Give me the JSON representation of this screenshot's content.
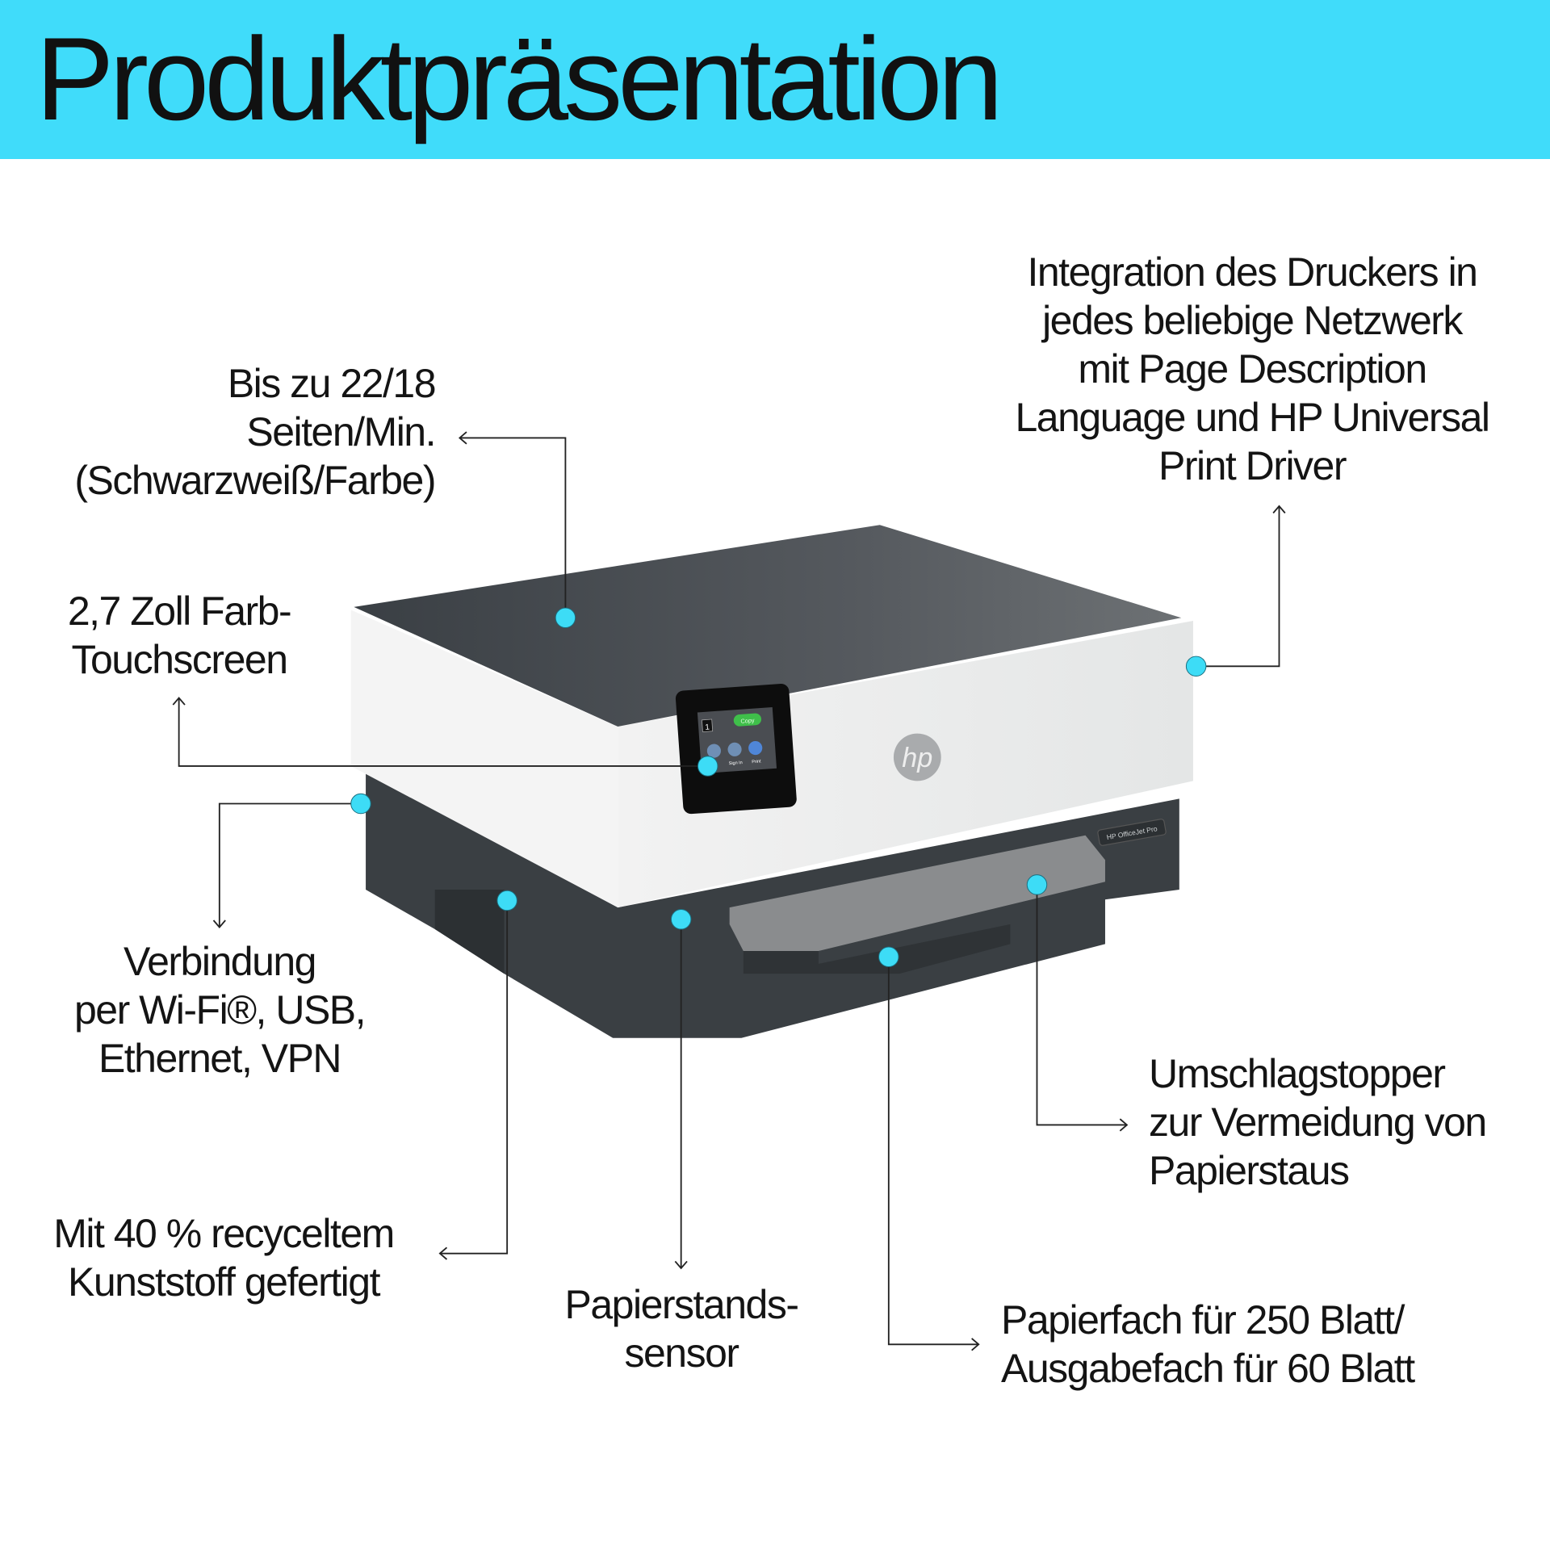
{
  "header": {
    "title": "Produktpräsentation",
    "background": "#40dcfa"
  },
  "accent_dot_color": "#3ddcf6",
  "callouts": {
    "speed": [
      "Bis zu 22/18",
      "Seiten/Min.",
      "(Schwarzweiß/Farbe)"
    ],
    "network": [
      "Integration des Druckers in",
      "jedes beliebige Netzwerk",
      "mit Page Description",
      "Language und HP Universal",
      "Print Driver"
    ],
    "touchscreen": [
      "2,7 Zoll Farb-",
      "Touchscreen"
    ],
    "connectivity": [
      "Verbindung",
      "per Wi-Fi®, USB,",
      "Ethernet, VPN"
    ],
    "envelope": [
      "Umschlagstopper",
      "zur Vermeidung von",
      "Papierstaus"
    ],
    "recycled": [
      "Mit 40 % recyceltem",
      "Kunststoff gefertigt"
    ],
    "sensor": [
      "Papierstands-",
      "sensor"
    ],
    "tray": [
      "Papierfach für 250 Blatt/",
      "Ausgabefach für 60 Blatt"
    ]
  },
  "printer": {
    "brand_logo": "hp",
    "model_badge": "HP OfficeJet Pro",
    "screen": {
      "copy_button": "Copy",
      "icons": [
        "Sign In",
        "Print"
      ],
      "count": "1"
    }
  }
}
